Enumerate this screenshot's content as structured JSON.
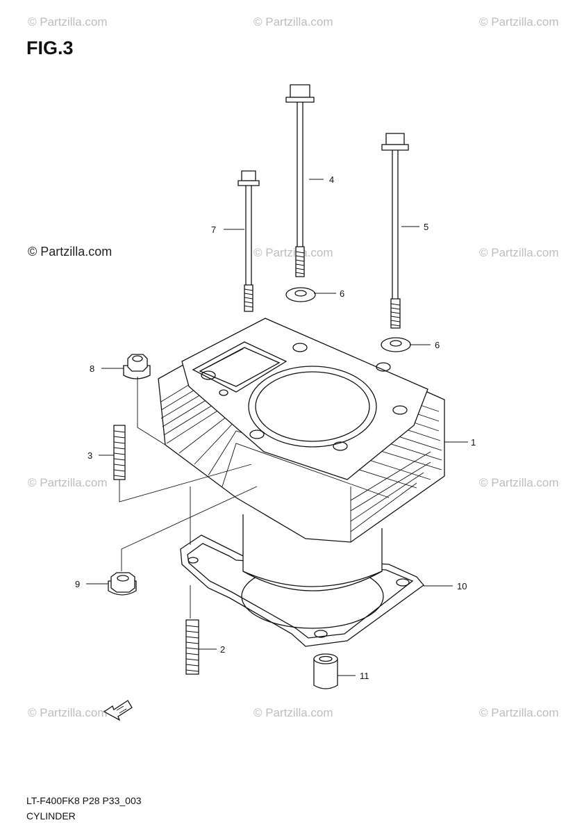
{
  "figure": {
    "title": "FIG.3"
  },
  "watermark": {
    "text": "© Partzilla.com",
    "main_text": "© Partzilla.com"
  },
  "labels": {
    "p1": "1",
    "p2": "2",
    "p3": "3",
    "p4": "4",
    "p5": "5",
    "p6a": "6",
    "p6b": "6",
    "p7": "7",
    "p8": "8",
    "p9": "9",
    "p10": "10",
    "p11": "11"
  },
  "footer": {
    "code": "LT-F400FK8 P28 P33_003",
    "name": "CYLINDER"
  }
}
